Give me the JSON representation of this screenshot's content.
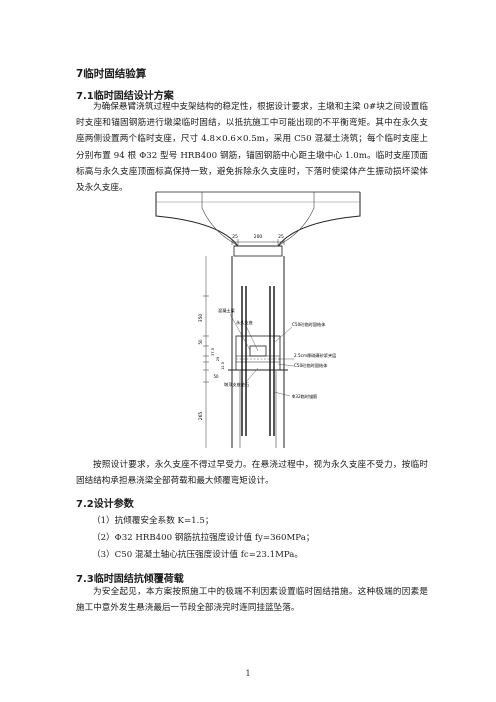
{
  "section": {
    "title": "7临时固结验算"
  },
  "s71": {
    "title": "7.1临时固结设计方案",
    "paragraph": "为确保悬臂浇筑过程中支架结构的稳定性，根据设计要求，主墩和主梁 0#块之间设置临时支座和锚固钢筋进行墩梁临时固结，以抵抗施工中可能出现的不平衡弯矩。其中在永久支座两侧设置两个临时支座，尺寸 4.8×0.6×0.5m，采用 C50 混凝土浇筑；每个临时支座上分别布置 94 根 Φ32 型号 HRB400 钢筋，锚固钢筋中心距主墩中心 1.0m。临时支座顶面标高与永久支座顶面标高保持一致，避免拆除永久支座时，下落时使梁体产生振动损坏梁体及永久支座。"
  },
  "figure": {
    "dimensions_top": [
      "25",
      "200",
      "25"
    ],
    "dimensions_left": [
      "350",
      "50",
      "37.5",
      "25",
      "12.5",
      "50",
      "265"
    ],
    "labels": {
      "upper_left_1": "混凝土梁",
      "upper_left_2": "永久支座",
      "c50_top": "C50砼临时固结体",
      "sand_layer": "2.5cm厚硫磺砂浆夹层",
      "c50_bottom": "C50砼临时固结体",
      "pier_top": "墩顶支座垫石",
      "rebar": "Φ32临时锚筋"
    }
  },
  "after_figure": {
    "paragraph": "按照设计要求，永久支座不得过早受力。在悬浇过程中，视为永久支座不受力，按临时固结结构承担悬浇梁全部荷载和最大倾覆弯矩设计。"
  },
  "s72": {
    "title": "7.2设计参数",
    "items": [
      "（1）抗倾覆安全系数 K=1.5；",
      "（2）Φ32 HRB400 钢筋抗拉强度设计值 fy=360MPa；",
      "（3）C50 混凝土轴心抗压强度设计值 fc=23.1MPa。"
    ]
  },
  "s73": {
    "title": "7.3临时固结抗倾覆荷载",
    "paragraph": "为安全起见，本方案按照施工中的极端不利因素设置临时固结措施。这种极端的因素是施工中意外发生悬浇最后一节段全部浇完时连同挂篮坠落。"
  },
  "page_number": "1"
}
